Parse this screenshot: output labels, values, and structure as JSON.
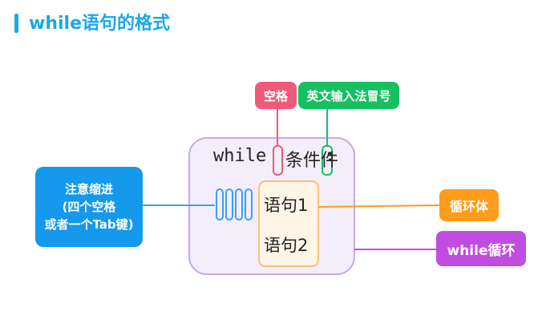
{
  "title": "while语句的格式",
  "code": {
    "keyword": "while",
    "condition": "条件件",
    "colon": ":",
    "statement1": "语句1",
    "statement2": "语句2"
  },
  "labels": {
    "space": "空格",
    "colon": "英文输入法冒号",
    "indent": [
      "注意缩进",
      "(四个空格",
      "或者一个Tab键)"
    ],
    "loop_body": "循环体",
    "while_loop": "while循环"
  },
  "colors": {
    "title": "#1AA7EC",
    "space": "#F05A78",
    "colon": "#16C060",
    "indent": "#1499EC",
    "loop_body": "#FF9C1B",
    "while_loop": "#C04DE0",
    "outer_box_fill": "#F4EEFC",
    "outer_box_stroke": "#C6A9EA",
    "inner_box_fill": "#FFF4E6",
    "inner_box_stroke": "#F6C27A"
  }
}
